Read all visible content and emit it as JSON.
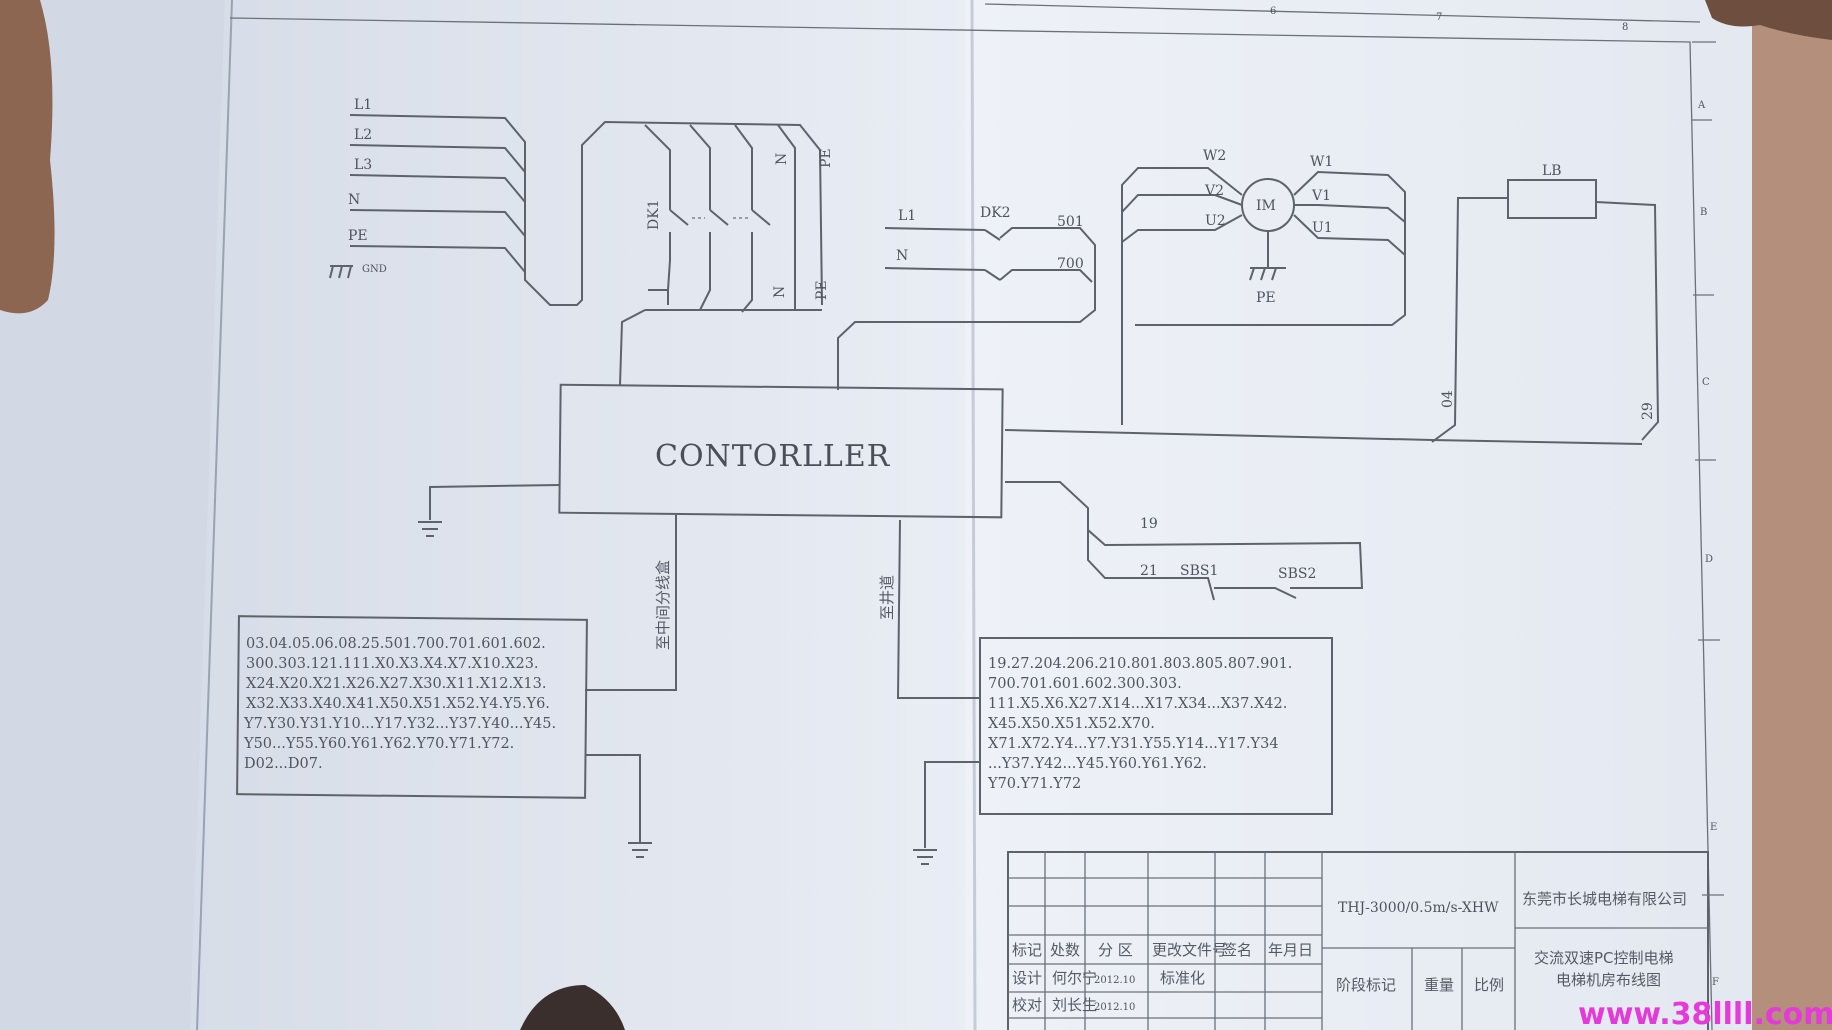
{
  "supply": {
    "labels": [
      "L1",
      "L2",
      "L3",
      "N",
      "PE"
    ],
    "gnd": "GND"
  },
  "breaker1": {
    "name": "DK1",
    "top_labels": [
      "N",
      "PE"
    ],
    "bottom_labels": [
      "N",
      "PE"
    ]
  },
  "breaker2": {
    "name": "DK2",
    "inputs": [
      "L1",
      "N"
    ],
    "outputs": [
      "501",
      "700"
    ]
  },
  "motor": {
    "name": "IM",
    "left_terminals": [
      "W2",
      "V2",
      "U2"
    ],
    "right_terminals": [
      "W1",
      "V1",
      "U1"
    ],
    "ground": "PE"
  },
  "brake": {
    "name": "LB",
    "wires": [
      "04",
      "29"
    ]
  },
  "controller": {
    "label": "CONTORLLER"
  },
  "switches": {
    "wires": [
      "19",
      "21"
    ],
    "labels": [
      "SBS1",
      "SBS2"
    ]
  },
  "cables": {
    "left": "至中间分线盒",
    "right": "至井道"
  },
  "box_left": {
    "lines": [
      "03.04.05.06.08.25.501.700.701.601.602.",
      "300.303.121.111.X0.X3.X4.X7.X10.X23.",
      "X24.X20.X21.X26.X27.X30.X11.X12.X13.",
      "X32.X33.X40.X41.X50.X51.X52.Y4.Y5.Y6.",
      "Y7.Y30.Y31.Y10...Y17.Y32...Y37.Y40...Y45.",
      "Y50...Y55.Y60.Y61.Y62.Y70.Y71.Y72.",
      "D02...D07."
    ]
  },
  "box_right": {
    "lines": [
      "19.27.204.206.210.801.803.805.807.901.",
      "700.701.601.602.300.303.",
      "111.X5.X6.X27.X14...X17.X34...X37.X42.",
      "X45.X50.X51.X52.X70.",
      "X71.X72.Y4...Y7.Y31.Y55.Y14...Y17.Y34",
      "...Y37.Y42...Y45.Y60.Y61.Y62.",
      "Y70.Y71.Y72"
    ]
  },
  "title_block": {
    "model": "THJ-3000/0.5m/s-XHW",
    "company": "东莞市长城电梯有限公司",
    "drawing_title_1": "交流双速PC控制电梯",
    "drawing_title_2": "电梯机房布线图",
    "head_cells": [
      "标记",
      "处数",
      "分 区",
      "更改文件号",
      "签名",
      "年月日"
    ],
    "row_design": [
      "设计",
      "何尔宁",
      "2012.10",
      "标准化"
    ],
    "row_check": [
      "校对",
      "刘长生",
      "2012.10"
    ],
    "meta_cells": [
      "阶段标记",
      "重量",
      "比例"
    ]
  },
  "border": {
    "top_refs": [
      "6",
      "7",
      "8"
    ],
    "right_refs": [
      "A",
      "B",
      "C",
      "D",
      "E",
      "F"
    ]
  },
  "watermark": "www.38llll.com"
}
